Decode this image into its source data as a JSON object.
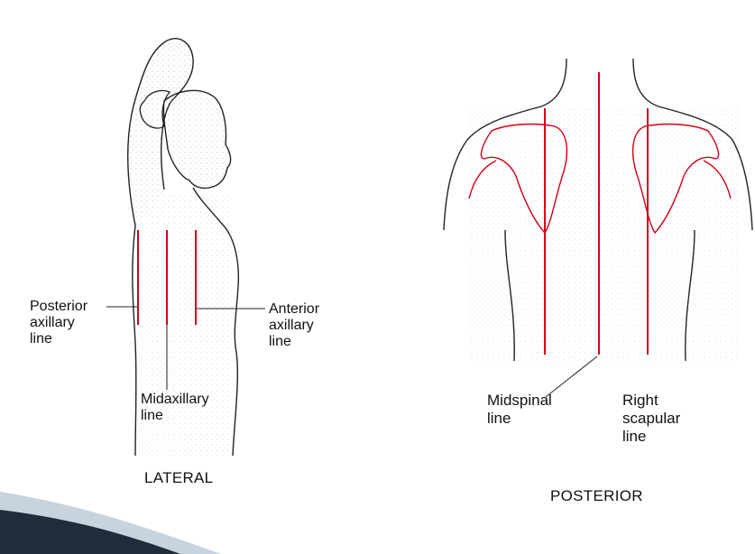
{
  "colors": {
    "line": "#d0021b",
    "outline": "#222222",
    "corner_dark": "#1f2d3a",
    "corner_light": "#c7d3dd"
  },
  "lateral": {
    "caption": "LATERAL",
    "labels": {
      "posterior": [
        "Posterior",
        "axillary",
        "line"
      ],
      "midaxillary": [
        "Midaxillary",
        "line"
      ],
      "anterior": [
        "Anterior",
        "axillary",
        "line"
      ]
    }
  },
  "posterior": {
    "caption": "POSTERIOR",
    "labels": {
      "midspinal": [
        "Midspinal",
        "line"
      ],
      "scapular": [
        "Right",
        "scapular",
        "line"
      ]
    }
  }
}
